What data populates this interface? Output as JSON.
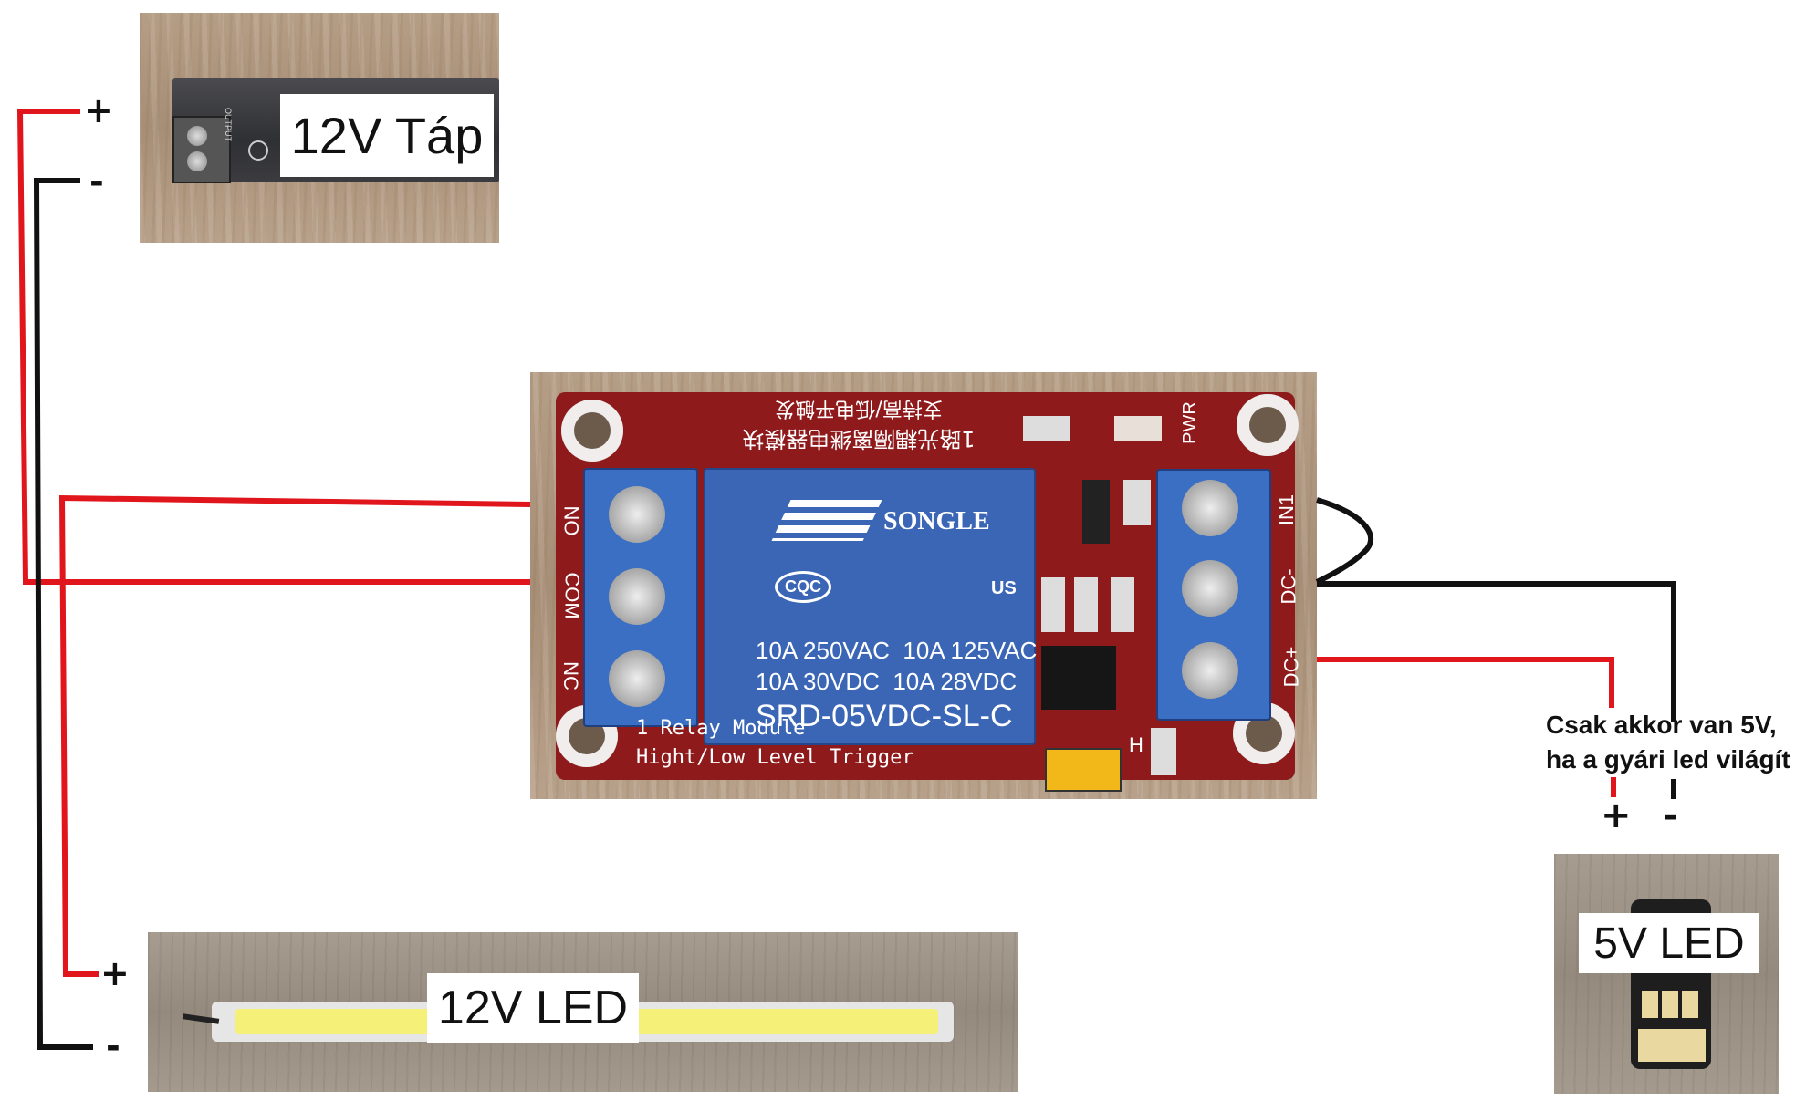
{
  "power_supply": {
    "label": "12V Táp",
    "plus": "+",
    "minus": "-",
    "print_output": "OUTPUT"
  },
  "relay_module": {
    "print_terminal_no": "NO",
    "print_terminal_com": "COM",
    "print_terminal_nc": "NC",
    "print_terminal_in1": "IN1",
    "print_terminal_dcminus": "DC-",
    "print_terminal_dcplus": "DC+",
    "print_pwr": "PWR",
    "print_brand": "SONGLE",
    "print_rating_1": "10A 250VAC  10A 125VAC",
    "print_rating_2": "10A 30VDC  10A 28VDC",
    "print_model": "SRD-05VDC-SL-C",
    "print_board_1": "1 Relay Module",
    "print_board_2": "Hight/Low Level Trigger",
    "print_jumper": "H",
    "print_cqc": "CQC",
    "print_ul": "US",
    "print_chinese_1": "1路光耦隔离继电器模块",
    "print_chinese_2": "支持高/低电平触发"
  },
  "led_12v": {
    "label": "12V LED",
    "plus": "+",
    "minus": "-"
  },
  "led_5v": {
    "label": "5V LED",
    "plus": "+",
    "minus": "-",
    "note_line1": "Csak akkor van 5V,",
    "note_line2": "ha a gyári led világít"
  },
  "colors": {
    "wire_positive": "#e0161c",
    "wire_negative": "#111111",
    "pcb_red": "#8e1a1c",
    "terminal_blue": "#3a6fc4",
    "relay_blue": "#3b66b6",
    "led_yellow": "#f4f078"
  }
}
